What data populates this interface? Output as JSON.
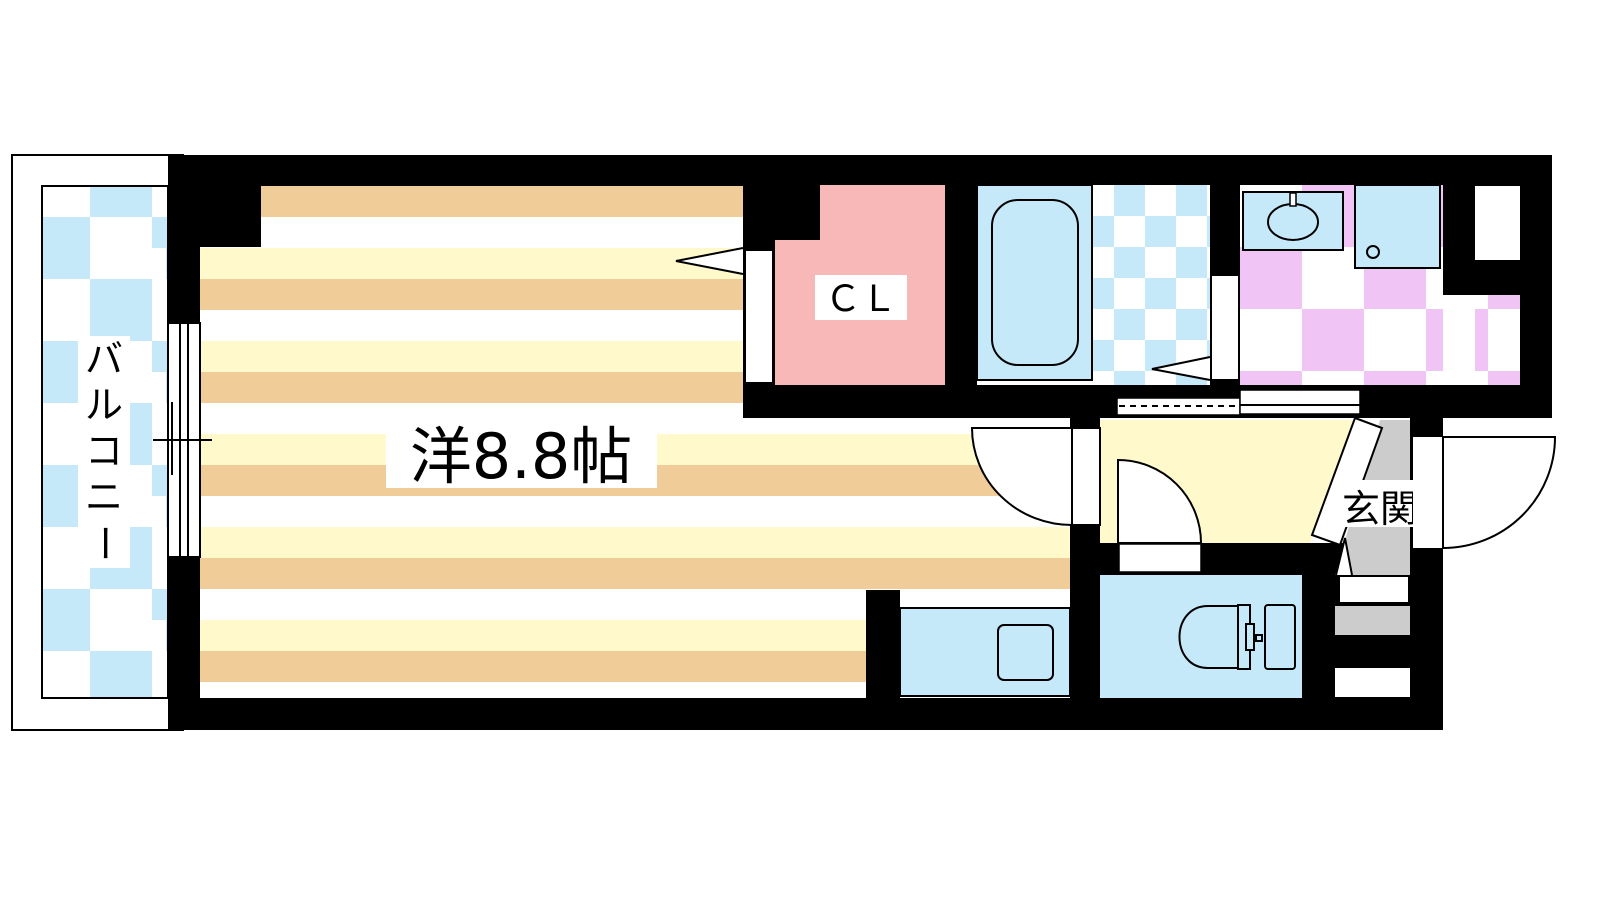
{
  "floorplan": {
    "rooms": {
      "western_room": "洋8.8帖",
      "closet": "ＣＬ",
      "entrance": "玄関",
      "balcony": [
        "バ",
        "ル",
        "コ",
        "ニ",
        "ー"
      ]
    },
    "colors": {
      "wall": "#000000",
      "floor_tan": "#f0cd98",
      "floor_yellow": "#fff9cc",
      "water_blue": "#c5e9f9",
      "closet_pink": "#f8b8b8",
      "wash_pink": "#f0c4f4",
      "genkan_gray": "#cccccc"
    }
  }
}
